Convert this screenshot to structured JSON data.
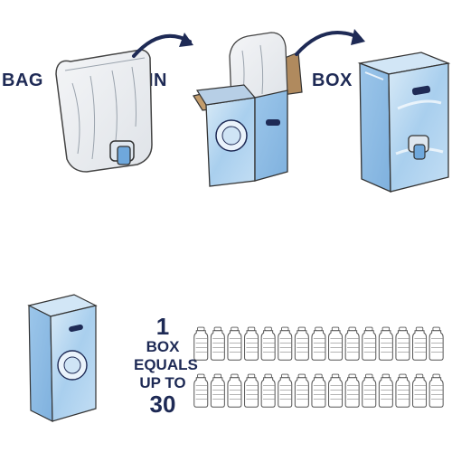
{
  "steps": {
    "bag": "BAG",
    "in": "IN",
    "box": "BOX"
  },
  "equivalence": {
    "number": "1",
    "line1": "BOX",
    "line2": "EQUALS",
    "line3": "UP TO",
    "count": "30"
  },
  "bottles": {
    "rows": 2,
    "per_row": 15
  },
  "colors": {
    "text": "#1e2a55",
    "box_light": "#cfe4f5",
    "box_mid": "#9fc8ea",
    "box_dark": "#7fb2de",
    "cardboard": "#b08a5e"
  },
  "icons": [
    "bag-icon",
    "arrow-icon",
    "box-open-icon",
    "box-closed-icon",
    "box-small-icon",
    "bottle-icon"
  ]
}
